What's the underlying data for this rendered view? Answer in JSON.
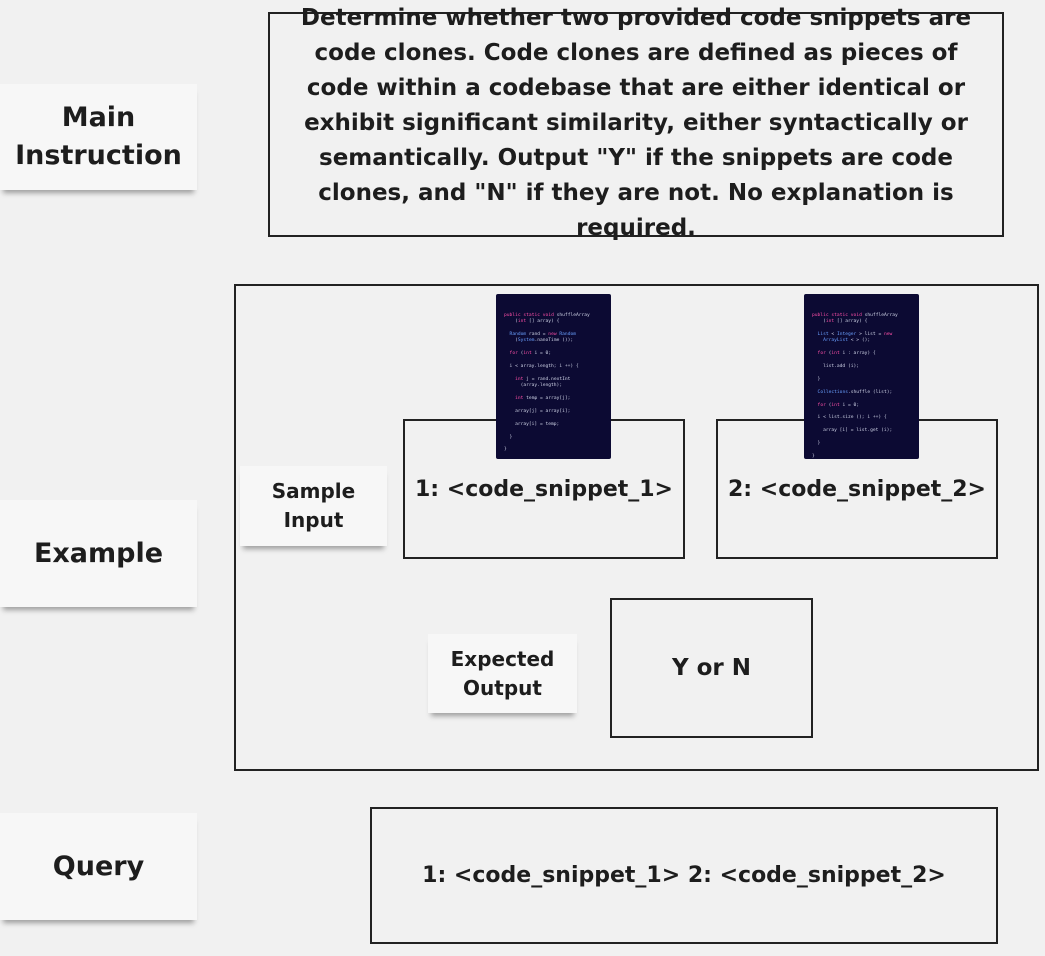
{
  "sections": {
    "main_instruction": "Main\nInstruction",
    "example": "Example",
    "query": "Query"
  },
  "instruction_text": "Determine whether two provided code snippets are code clones. Code clones are defined as pieces of code within a codebase that are either identical or exhibit significant similarity, either syntactically or semantically. Output \"Y\" if the snippets are code clones, and \"N\" if they are not. No explanation is required.",
  "example": {
    "sample_input_label": "Sample\nInput",
    "expected_output_label": "Expected\nOutput",
    "snippet_1": "1: <code_snippet_1>",
    "snippet_2": "2: <code_snippet_2>",
    "expected_output": "Y or N"
  },
  "query_text": "1: <code_snippet_1> 2: <code_snippet_2>",
  "code_cards": {
    "card_1": [
      "public static void shuffleArray",
      "    (int [] array) {",
      "",
      "  Random rand = new Random",
      "    (System.nanoTime ());",
      "",
      "  for (int i = 0;",
      "",
      "  i < array.length; i ++) {",
      "",
      "    int j = rand.nextInt",
      "      (array.length);",
      "",
      "    int temp = array[j];",
      "",
      "    array[j] = array[i];",
      "",
      "    array[i] = temp;",
      "",
      "  }",
      "",
      "}"
    ],
    "card_2": [
      "public static void shuffleArray",
      "    (int [] array) {",
      "",
      "  List < Integer > list = new",
      "    ArrayList < > ();",
      "",
      "  for (int i : array) {",
      "",
      "    list.add (i);",
      "",
      "  }",
      "",
      "  Collections.shuffle (list);",
      "",
      "  for (int i = 0;",
      "",
      "  i < list.size (); i ++) {",
      "",
      "    array [i] = list.get (i);",
      "",
      "  }",
      "",
      "}"
    ]
  },
  "colors": {
    "background": "#f1f1f1",
    "sticky": "#f7f7f7",
    "border": "#222222",
    "code_card": "#0c0a33",
    "code_keyword": "#ff4fa8",
    "code_type": "#6aa0ff"
  }
}
